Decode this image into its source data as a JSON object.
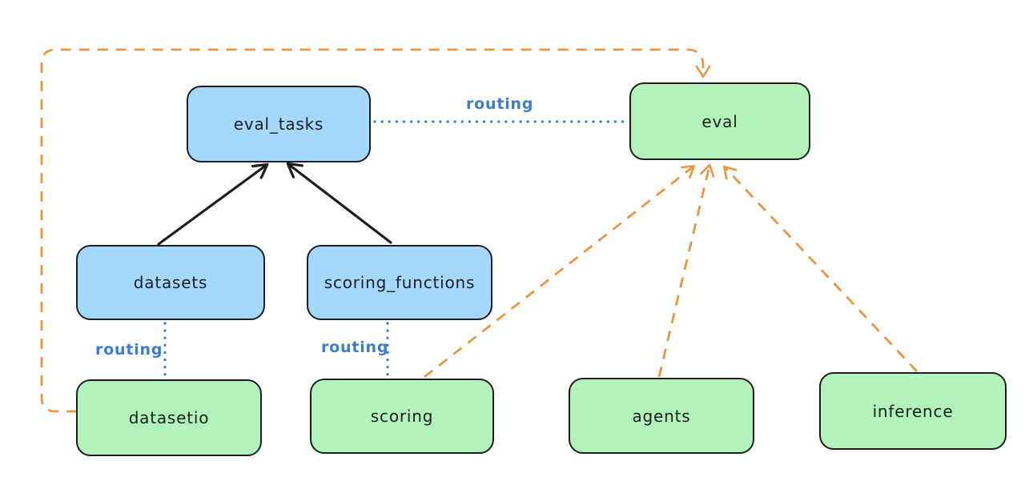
{
  "diagram": {
    "nodes": [
      {
        "id": "eval_tasks",
        "label": "eval_tasks",
        "fill": "#a5d8ff"
      },
      {
        "id": "eval",
        "label": "eval",
        "fill": "#b2f2bb"
      },
      {
        "id": "datasets",
        "label": "datasets",
        "fill": "#a5d8ff"
      },
      {
        "id": "scoring_functions",
        "label": "scoring_functions",
        "fill": "#a5d8ff"
      },
      {
        "id": "datasetio",
        "label": "datasetio",
        "fill": "#b2f2bb"
      },
      {
        "id": "scoring",
        "label": "scoring",
        "fill": "#b2f2bb"
      },
      {
        "id": "agents",
        "label": "agents",
        "fill": "#b2f2bb"
      },
      {
        "id": "inference",
        "label": "inference",
        "fill": "#b2f2bb"
      }
    ],
    "edges": [
      {
        "from": "datasets",
        "to": "eval_tasks",
        "style": "solid_arrow",
        "color": "#1e1e1e"
      },
      {
        "from": "scoring_functions",
        "to": "eval_tasks",
        "style": "solid_arrow",
        "color": "#1e1e1e"
      },
      {
        "from": "eval_tasks",
        "to": "eval",
        "style": "dotted",
        "label": "routing",
        "color": "#3b7cd1"
      },
      {
        "from": "datasets",
        "to": "datasetio",
        "style": "dotted",
        "label": "routing",
        "color": "#3b7cd1"
      },
      {
        "from": "scoring_functions",
        "to": "scoring",
        "style": "dotted",
        "label": "routing",
        "color": "#3b7cd1"
      },
      {
        "from": "datasetio",
        "to": "eval",
        "style": "dashed_arrow",
        "color": "#e8973e"
      },
      {
        "from": "scoring",
        "to": "eval",
        "style": "dashed_arrow",
        "color": "#e8973e"
      },
      {
        "from": "agents",
        "to": "eval",
        "style": "dashed_arrow",
        "color": "#e8973e"
      },
      {
        "from": "inference",
        "to": "eval",
        "style": "dashed_arrow",
        "color": "#e8973e"
      }
    ],
    "colors": {
      "background": "#ffffff",
      "node_stroke": "#1e1e1e",
      "blue_fill": "#a5d8ff",
      "green_fill": "#b2f2bb",
      "routing_blue": "#3b7cd1",
      "dashed_orange": "#e8973e"
    }
  }
}
